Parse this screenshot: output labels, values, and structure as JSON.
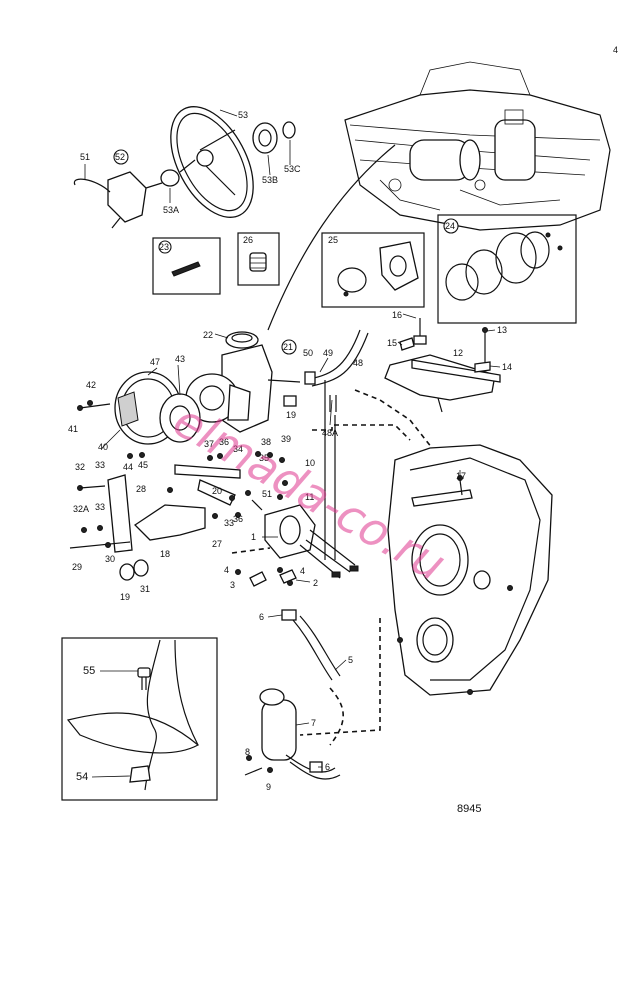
{
  "corner_mark": "4",
  "drawing_number": "8945",
  "watermark": "elmada-co.ru",
  "callouts": {
    "c1": "1",
    "c2": "2",
    "c3": "3",
    "c4a": "4",
    "c4b": "4",
    "c5": "5",
    "c6a": "6",
    "c6b": "6",
    "c7": "7",
    "c8": "8",
    "c9": "9",
    "c10": "10",
    "c11": "11",
    "c12": "12",
    "c13": "13",
    "c14": "14",
    "c15": "15",
    "c16": "16",
    "c17": "17",
    "c18": "18",
    "c19a": "19",
    "c19b": "19",
    "c20": "20",
    "c21": "21",
    "c22": "22",
    "c23": "23",
    "c24": "24",
    "c25": "25",
    "c26": "26",
    "c27": "27",
    "c28": "28",
    "c29": "29",
    "c30": "30",
    "c31": "31",
    "c32": "32",
    "c32a": "32A",
    "c33a": "33",
    "c33b": "33",
    "c33c": "33",
    "c34": "34",
    "c35": "35",
    "c36": "36",
    "c37": "37",
    "c38": "38",
    "c39": "39",
    "c40": "40",
    "c41": "41",
    "c42": "42",
    "c43": "43",
    "c44": "44",
    "c45": "45",
    "c47": "47",
    "c48": "48",
    "c48a": "48A",
    "c49": "49",
    "c50": "50",
    "c51a": "51",
    "c51b": "51",
    "c52": "52",
    "c53": "53",
    "c53a": "53A",
    "c53b": "53B",
    "c53c": "53C",
    "c54": "54",
    "c55": "55"
  }
}
